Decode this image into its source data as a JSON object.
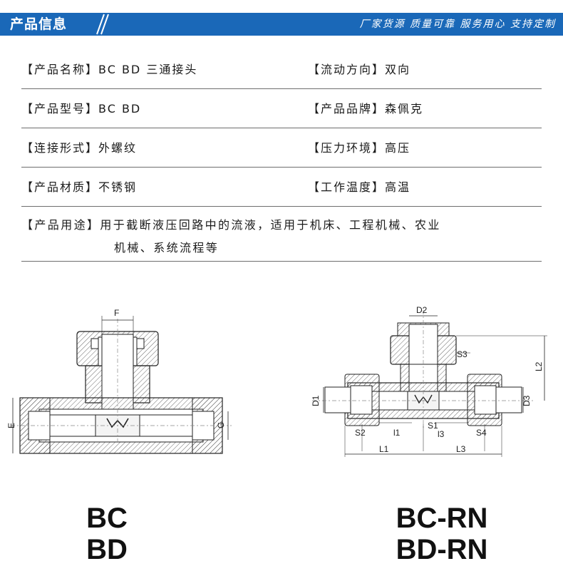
{
  "header": {
    "title": "产品信息",
    "slogan": "厂家货源  质量可靠  服务用心  支持定制"
  },
  "info_rows": [
    {
      "left": "【产品名称】BC BD 三通接头",
      "right": "【流动方向】双向"
    },
    {
      "left": "【产品型号】BC BD",
      "right": "【产品品牌】森佩克"
    },
    {
      "left": "【连接形式】外螺纹",
      "right": "【压力环境】高压"
    },
    {
      "left": "【产品材质】不锈钢",
      "right": "【工作温度】高温"
    }
  ],
  "usage": {
    "line1": "【产品用途】用于截断液压回路中的流液，适用于机床、工程机械、农业",
    "line2": "机械、系统流程等"
  },
  "diagram_left": {
    "dims": {
      "top": "F",
      "left": "E",
      "right": "G"
    },
    "models": [
      "BC",
      "BD"
    ]
  },
  "diagram_right": {
    "dims": {
      "top": "D2",
      "s3": "S3",
      "l2": "L2",
      "d1": "D1",
      "d3": "D3",
      "s2": "S2",
      "l1_small": "l1",
      "s1": "S1",
      "l3_small": "l3",
      "s4": "S4",
      "L1": "L1",
      "L3": "L3"
    },
    "models": [
      "BC-RN",
      "BD-RN"
    ]
  },
  "colors": {
    "header": "#1a68b8"
  }
}
